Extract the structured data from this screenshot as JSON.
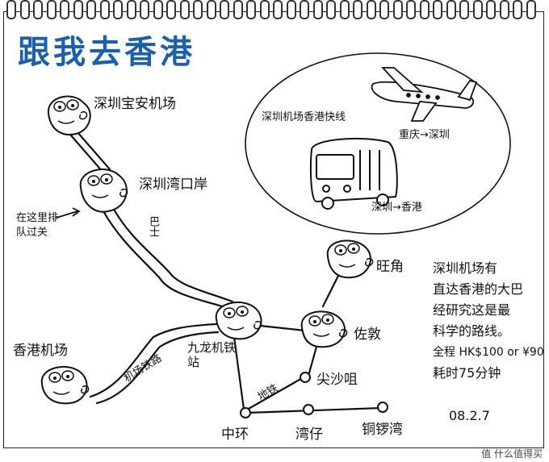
{
  "title": "跟我去香港",
  "stations": {
    "shenzhen_airport": "深圳宝安机场",
    "shenzhen_bay": "深圳湾口岸",
    "wong_tai_sin": "旺角",
    "kowloon": "九龙机铁站",
    "jordan": "佐敦",
    "tst": "尖沙咀",
    "hk_airport": "香港机场",
    "central": "中环",
    "wan_chai": "湾仔",
    "causeway_bay": "铜锣湾"
  },
  "lines": {
    "airport_express": "机场铁路",
    "subway": "地铁",
    "bus_label": "巴士"
  },
  "annotations": {
    "cross_here": "在这里排队过关",
    "bubble_express": "深圳机场香港快线",
    "bubble_chongqing": "重庆→深圳",
    "bubble_sz_hk": "深圳→香港"
  },
  "note": {
    "lines": [
      "深圳机场有",
      "直达香港的大巴",
      "经研究这是最",
      "科学的路线。",
      "全程 HK$100 or ¥90",
      "耗时75分钟"
    ],
    "date": "08.2.7"
  },
  "watermark": "值 什么值得买"
}
